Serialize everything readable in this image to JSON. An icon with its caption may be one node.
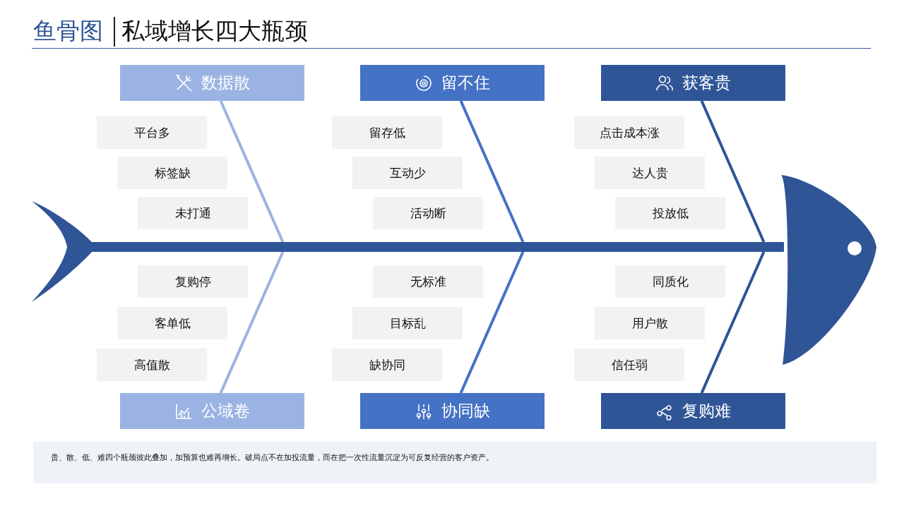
{
  "diagram": {
    "title": "私域增长四大瓶颈",
    "nodes": [
      {
        "text": [
          "数据散"
        ]
      },
      {
        "text": [
          "留不住"
        ]
      },
      {
        "text": [
          "获客贵"
        ]
      },
      {
        "text": [
          "平台多"
        ]
      },
      {
        "text": [
          "留存低"
        ]
      },
      {
        "text": [
          "点击成本涨"
        ]
      },
      {
        "text": [
          "标签缺"
        ]
      },
      {
        "text": [
          "互动少"
        ]
      },
      {
        "text": [
          "达人贵"
        ]
      },
      {
        "text": [
          "未打通"
        ]
      },
      {
        "text": [
          "活动断"
        ]
      },
      {
        "text": [
          "投放低"
        ]
      },
      {
        "text": [],
        "shape": "bar"
      },
      {
        "text": [
          "复购停"
        ]
      },
      {
        "text": [
          "无标准"
        ]
      },
      {
        "text": [
          "同质化"
        ]
      },
      {
        "text": [
          "客单低"
        ]
      },
      {
        "text": [
          "目标乱"
        ]
      },
      {
        "text": [
          "用户散"
        ]
      },
      {
        "text": [
          "高值散"
        ]
      },
      {
        "text": [
          "缺协同"
        ]
      },
      {
        "text": [
          "信任弱"
        ]
      },
      {
        "text": [
          "公域卷"
        ]
      },
      {
        "text": [
          "协同缺"
        ]
      },
      {
        "text": [
          "复购难"
        ]
      }
    ],
    "edges": [
      {
        "from": 0,
        "to": 12,
        "arrow": "none",
        "color": "#9ab3e3"
      },
      {
        "from": 1,
        "to": 12,
        "arrow": "none",
        "color": "#4472c4"
      },
      {
        "from": 2,
        "to": 12,
        "arrow": "none",
        "color": "#2f5597"
      },
      {
        "from": 22,
        "to": 12,
        "arrow": "none",
        "color": "#9ab3e3"
      },
      {
        "from": 23,
        "to": 12,
        "arrow": "none",
        "color": "#4472c4"
      },
      {
        "from": 24,
        "to": 12,
        "arrow": "none",
        "color": "#2f5597"
      }
    ],
    "labels": [
      "鱼骨图"
    ],
    "caption": "贵、散、低、难四个瓶颈彼此叠加，加预算也难再增长。破局点不在加投流量，而在把一次性流量沉淀为可反复经营的客户资产。"
  }
}
